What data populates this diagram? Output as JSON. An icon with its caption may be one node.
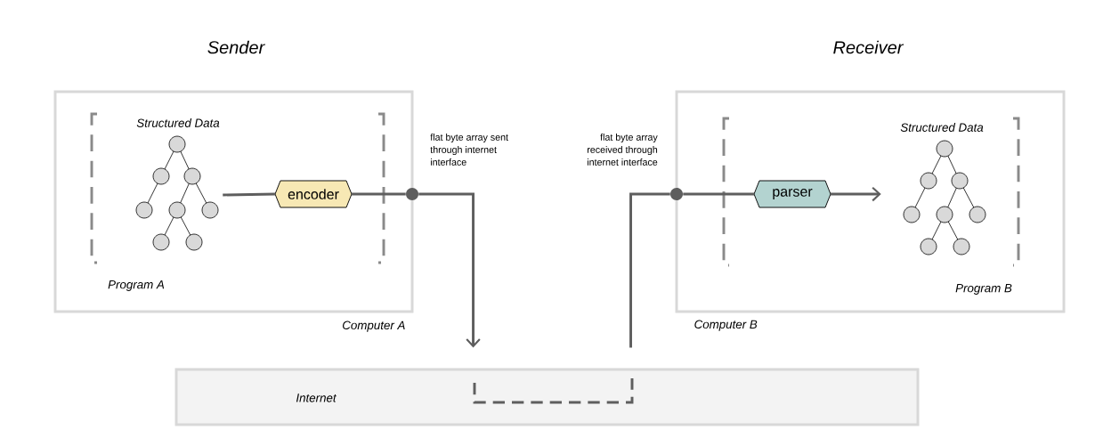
{
  "diagram": {
    "nodes": [
      {
        "text": [
          "Computer A"
        ]
      },
      {
        "text": [
          "Structured Data"
        ],
        "in": 0
      },
      {
        "text": [
          "encoder"
        ],
        "in": 0
      },
      {
        "text": [],
        "shape": "circle",
        "beside": [
          "flat byte array sent through internet interface"
        ]
      },
      {
        "text": [
          "Internet"
        ]
      },
      {
        "text": [
          "Computer B"
        ]
      },
      {
        "text": [],
        "shape": "circle",
        "beside": [
          "flat byte array received through internet interface"
        ]
      },
      {
        "text": [
          "parser"
        ],
        "in": 5
      },
      {
        "text": [
          "Structured Data"
        ],
        "in": 5
      }
    ],
    "edges": [
      {
        "from": 1,
        "to": 2,
        "arrow": "none"
      },
      {
        "from": 2,
        "to": 3,
        "arrow": "none"
      },
      {
        "from": 3,
        "to": 4,
        "arrow": "to"
      },
      {
        "from": 4,
        "to": 6,
        "arrow": "none"
      },
      {
        "from": 6,
        "to": 7,
        "arrow": "none"
      },
      {
        "from": 7,
        "to": 8,
        "arrow": "to"
      }
    ],
    "labels": [
      "Sender",
      "Receiver",
      "Program A",
      "Program B"
    ]
  }
}
